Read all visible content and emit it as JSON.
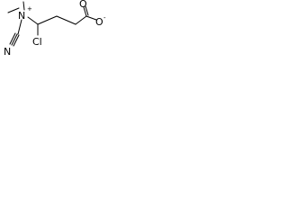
{
  "molecule": {
    "atoms": {
      "nitrogen_cation": "N",
      "nitrogen_cation_charge": "+",
      "nitrile_nitrogen": "N",
      "chlorine": "Cl",
      "carbonyl_oxygen": "O",
      "carboxylate_oxygen": "O",
      "carboxylate_charge": "-"
    },
    "colors": {
      "ink": "#000000",
      "background": "#ffffff"
    }
  }
}
